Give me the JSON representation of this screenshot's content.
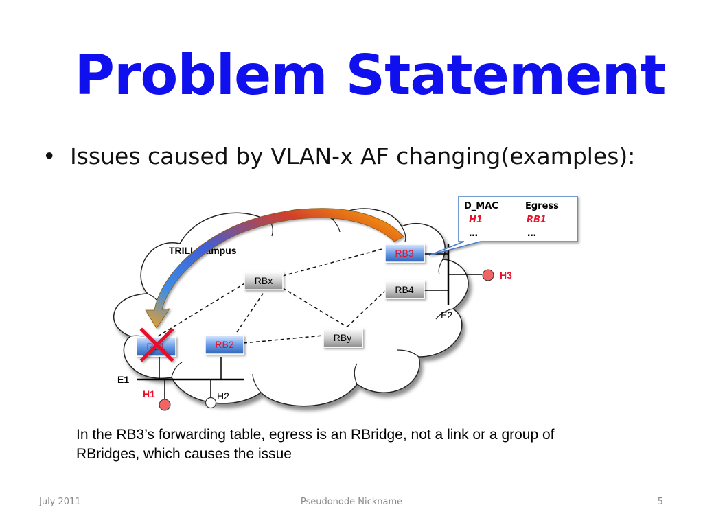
{
  "slide": {
    "title": "Problem Statement",
    "bullet": "Issues caused by VLAN-x AF changing(examples):",
    "caption": "In the RB3’s forwarding table, egress is an RBridge, not a link or a group of RBridges, which causes the issue"
  },
  "diagram": {
    "cloud_label": "TRILL Campus",
    "nodes": {
      "rb1": "RB1",
      "rb2": "RB2",
      "rb3": "RB3",
      "rb4": "RB4",
      "rbx": "RBx",
      "rby": "RBy"
    },
    "links": {
      "e1": "E1",
      "e2": "E2"
    },
    "hosts": {
      "h1": "H1",
      "h2": "H2",
      "h3": "H3"
    },
    "table": {
      "col1_header": "D_MAC",
      "col2_header": "Egress",
      "row1_mac": "H1",
      "row1_egress": "RB1",
      "row2_mac": "…",
      "row2_egress": "…"
    },
    "colors": {
      "highlight_red": "#e8102a",
      "title_blue": "#1010ee",
      "rb_blue": "#4a86d8",
      "rb_gray": "#9a9a9a"
    }
  },
  "footer": {
    "date": "July 2011",
    "center": "Pseudonode Nickname",
    "page": "5"
  }
}
